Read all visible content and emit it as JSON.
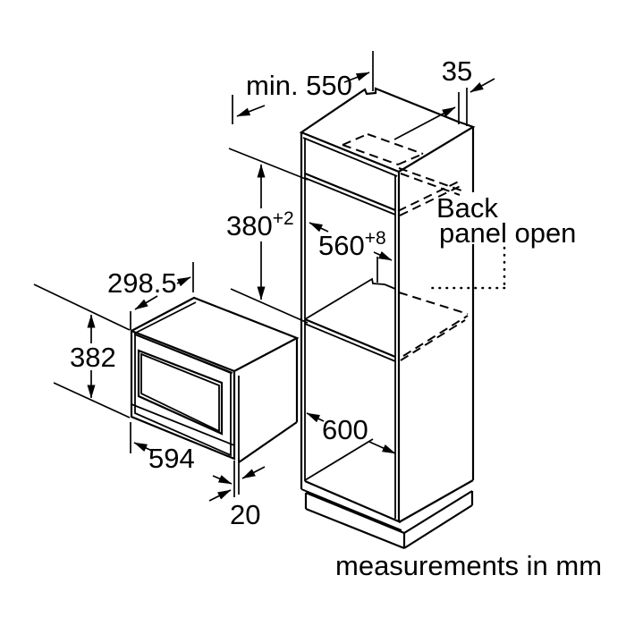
{
  "labels": {
    "min_depth": "min. 550",
    "back_strip_width": "35",
    "niche_height": "380",
    "niche_height_tol": "+2",
    "niche_width": "560",
    "niche_width_tol": "+8",
    "appliance_depth": "298.5",
    "appliance_height": "382",
    "appliance_width": "594",
    "front_overhang": "20",
    "cabinet_width": "600",
    "back_panel_note_line1": "Back",
    "back_panel_note_line2": "panel open",
    "footnote": "measurements in mm"
  },
  "colors": {
    "line": "#000000",
    "background": "#ffffff"
  }
}
